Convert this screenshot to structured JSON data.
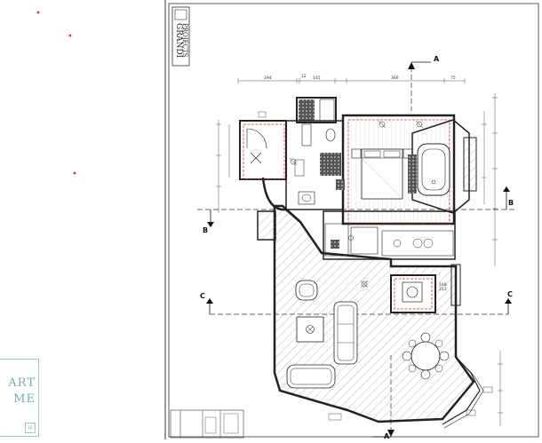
{
  "brand": {
    "titleblock_line1": "GRANDI",
    "titleblock_line2": "PROJECTS",
    "watermark_line1": "ART",
    "watermark_line2": "ME"
  },
  "section_markers": {
    "a_top": "A",
    "a_bottom": "A",
    "b_left": "B",
    "b_right": "B",
    "c_left": "C",
    "c_right": "C"
  },
  "dimensions": {
    "d194": "194",
    "d12": "12",
    "d145": "145",
    "d366": "366",
    "d75": "75",
    "d168": "168",
    "d213": "213"
  },
  "colors": {
    "line": "#222222",
    "dim": "#555555",
    "hatch": "#777777",
    "red": "#d8323c",
    "tile": "#4a4a4a",
    "watermark": "#6fb1a9"
  }
}
